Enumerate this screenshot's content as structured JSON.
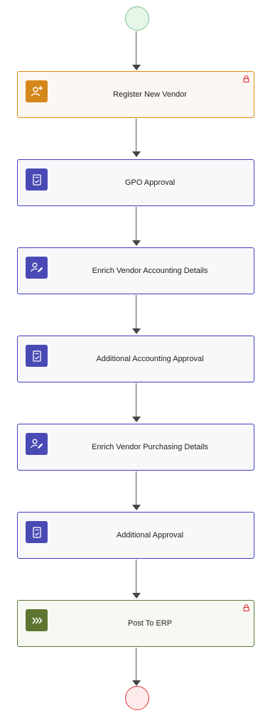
{
  "workflow": {
    "tasks": [
      {
        "label": "Register New Vendor",
        "icon": "add-user-icon",
        "color": "#d6871b",
        "border": "#e08a14",
        "locked": true
      },
      {
        "label": "GPO Approval",
        "icon": "approval-form-icon",
        "color": "#4a4ab5",
        "border": "#3f3fc0",
        "locked": false
      },
      {
        "label": "Enrich Vendor Accounting Details",
        "icon": "edit-user-icon",
        "color": "#4a4ab5",
        "border": "#3f3fc0",
        "locked": false
      },
      {
        "label": "Additional Accounting Approval",
        "icon": "approval-form-icon",
        "color": "#4a4ab5",
        "border": "#3f3fc0",
        "locked": false
      },
      {
        "label": "Enrich Vendor Purchasing Details",
        "icon": "edit-user-icon",
        "color": "#4a4ab5",
        "border": "#3f3fc0",
        "locked": false
      },
      {
        "label": "Additional Approval",
        "icon": "approval-form-icon",
        "color": "#4a4ab5",
        "border": "#3f3fc0",
        "locked": false
      },
      {
        "label": "Post To ERP",
        "icon": "fast-forward-icon",
        "color": "#5e7431",
        "border": "#5c7a32",
        "locked": true
      }
    ],
    "start_event_color": "#7cc58e",
    "end_event_color": "#e2333a",
    "lock_color": "#e2333a"
  }
}
